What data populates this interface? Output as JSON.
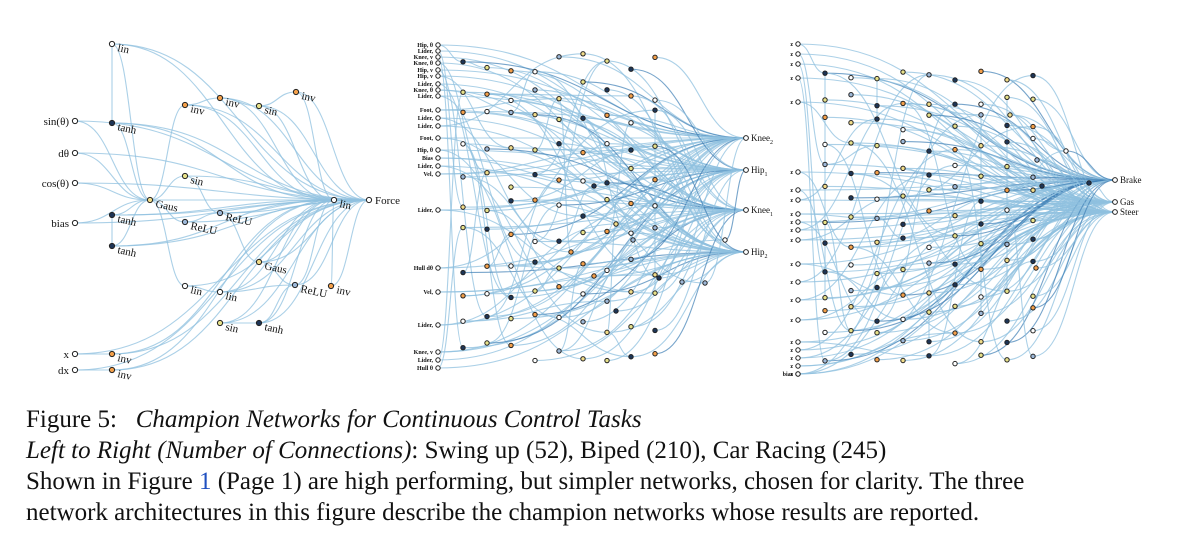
{
  "caption": {
    "figure_label": "Figure 5:",
    "figure_title": "Champion Networks for Continuous Control Tasks",
    "line2_italic": "Left to Right (Number of Connections)",
    "line2_rest": ": Swing up (52), Biped (210), Car Racing (245)",
    "line3_pre": "Shown in Figure ",
    "line3_link": "1",
    "line3_post": " (Page 1) are high performing, but simpler networks, chosen for clarity. The three",
    "line4": "network architectures in this figure describe the champion networks whose results are reported."
  },
  "swingup": {
    "inputs": [
      "sin(θ)",
      "dθ",
      "cos(θ)",
      "bias",
      "x",
      "dx"
    ],
    "hidden": [
      "lin",
      "tanh",
      "tanh",
      "tanh",
      "Gaus",
      "inv",
      "inv",
      "sin",
      "inv",
      "sin",
      "ReLU",
      "ReLU",
      "Gaus",
      "ReLU",
      "inv",
      "lin",
      "lin",
      "sin",
      "tanh",
      "inv",
      "inv",
      "lin"
    ],
    "output": "Force"
  },
  "biped": {
    "inputs": [
      "Hip, θ",
      "Lider,",
      "Knee, v",
      "Knee, θ",
      "Hip, v",
      "Hip, v",
      "Lider,",
      "Knee, θ",
      "Lider,",
      "Foot,",
      "Lider,",
      "Lider,",
      "Foot,",
      "Hip, θ",
      "Bias",
      "Lider,",
      "Vel,",
      "Lider,",
      "Hull dθ",
      "Vel,",
      "Lider,",
      "Knee, v",
      "Lider,",
      "Hull θ"
    ],
    "outputs": [
      "Knee",
      "Hip",
      "Knee",
      "Hip"
    ],
    "output_subscripts": [
      "2",
      "1",
      "1",
      "2"
    ]
  },
  "carracing": {
    "inputs": [
      "z",
      "z",
      "z",
      "z",
      "z",
      "z",
      "z",
      "z",
      "z",
      "z",
      "z",
      "z",
      "z",
      "z",
      "z",
      "z",
      "z",
      "z",
      "z",
      "z",
      "z",
      "bias"
    ],
    "outputs": [
      "Brake",
      "Gas",
      "Steer"
    ]
  }
}
